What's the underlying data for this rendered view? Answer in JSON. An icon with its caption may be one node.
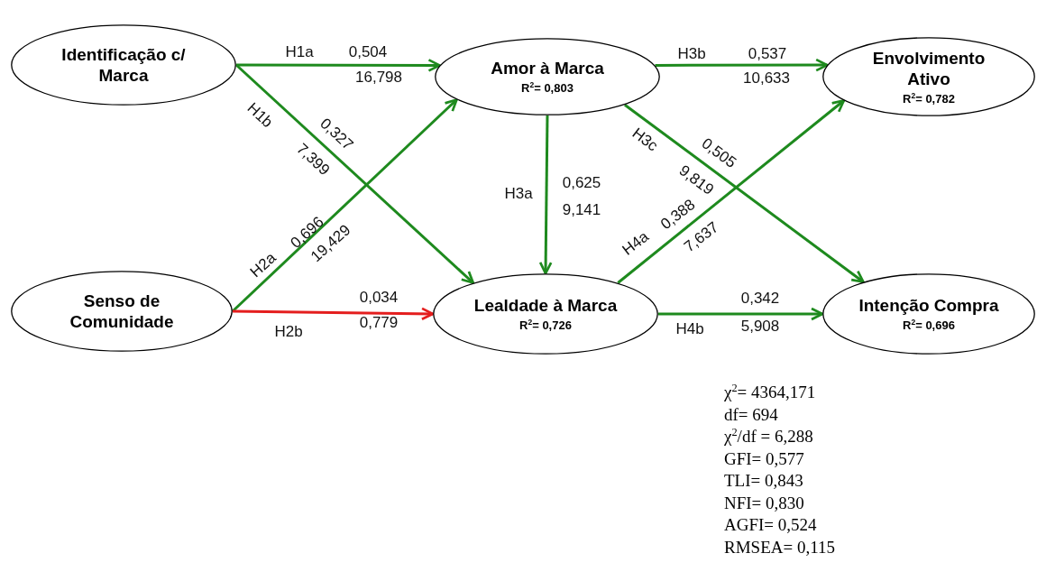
{
  "diagram": {
    "nodes": [
      {
        "text": [
          "Identificação c/ Marca"
        ]
      },
      {
        "text": [
          "Amor à Marca",
          "R$^{2}$= 0,803"
        ]
      },
      {
        "text": [
          "Envolvimento Ativo",
          "R$^{2}$= 0,782"
        ]
      },
      {
        "text": [
          "Senso de Comunidade"
        ]
      },
      {
        "text": [
          "Lealdade à Marca",
          "R$^{2}$= 0,726"
        ]
      },
      {
        "text": [
          "Intenção Compra",
          "R$^{2}$= 0,696"
        ]
      }
    ],
    "edges": [
      {
        "from": 0,
        "to": 1,
        "arrow": "to",
        "label": "H1a"
      },
      {
        "from": 0,
        "to": 4,
        "arrow": "to",
        "label": "H1b"
      },
      {
        "from": 3,
        "to": 1,
        "arrow": "to",
        "label": "H2a"
      },
      {
        "from": 3,
        "to": 4,
        "arrow": "to",
        "label": "H2b",
        "color": "#e41e1e"
      },
      {
        "from": 1,
        "to": 4,
        "arrow": "to",
        "label": "H3a"
      },
      {
        "from": 1,
        "to": 2,
        "arrow": "to",
        "label": "H3b"
      },
      {
        "from": 1,
        "to": 5,
        "arrow": "to",
        "label": "H3c"
      },
      {
        "from": 4,
        "to": 2,
        "arrow": "to",
        "label": "H4a"
      },
      {
        "from": 4,
        "to": 5,
        "arrow": "to",
        "label": "H4b"
      }
    ],
    "labels": [
      "0,504",
      "16,798",
      "0,327",
      "7,399",
      "0,696",
      "19,429",
      "0,034",
      "0,779",
      "0,625",
      "9,141",
      "0,537",
      "10,633",
      "0,505",
      "9,819",
      "0,388",
      "7,637",
      "0,342",
      "5,908",
      "χ$^{2}$= 4364,171",
      "df= 694",
      "χ$^{2}$/df = 6,288",
      "GFI= 0,577",
      "TLI= 0,843",
      "NFI= 0,830",
      "AGFI= 0,524",
      "RMSEA= 0,115"
    ]
  }
}
